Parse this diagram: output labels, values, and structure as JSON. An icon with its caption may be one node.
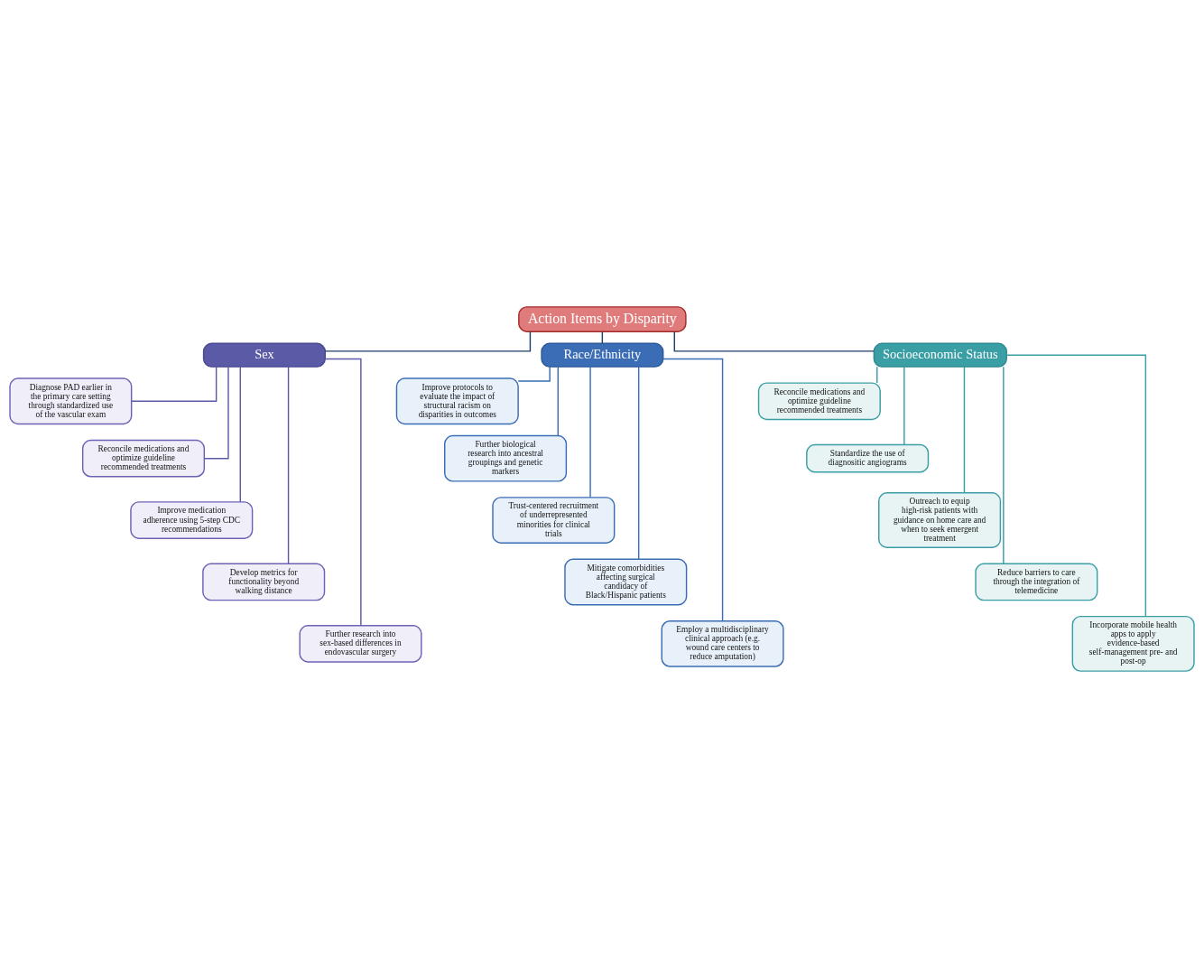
{
  "diagram": {
    "nodes": [
      {
        "text": [
          "Action Items by Disparity"
        ]
      },
      {
        "text": [
          "Sex"
        ]
      },
      {
        "text": [
          "Race/Ethnicity"
        ]
      },
      {
        "text": [
          "Socioeconomic Status"
        ]
      },
      {
        "text": [
          "Diagnose PAD earlier in the primary care setting through standardized use of the vascular exam"
        ]
      },
      {
        "text": [
          "Reconcile medications and optimize guideline recommended treatments"
        ]
      },
      {
        "text": [
          "Improve medication adherence using 5-step CDC recommendations"
        ]
      },
      {
        "text": [
          "Develop metrics for functionality beyond walking distance"
        ]
      },
      {
        "text": [
          "Further research into sex-based differences in endovascular surgery"
        ]
      },
      {
        "text": [
          "Improve protocols to evaluate the impact of structural racism on disparities in outcomes"
        ]
      },
      {
        "text": [
          "Further biological research into ancestral groupings and genetic markers"
        ]
      },
      {
        "text": [
          "Trust-centered recruitment of underrepresented minorities for clinical trials"
        ]
      },
      {
        "text": [
          "Mitigate comorbidities affecting surgical candidacy of Black/Hispanic patients"
        ]
      },
      {
        "text": [
          "Employ a multidisciplinary clinical approach (e.g. wound care centers to reduce amputation)"
        ]
      },
      {
        "text": [
          "Reconcile medications and optimize guideline recommended treatments"
        ]
      },
      {
        "text": [
          "Standardize the use of diagnositic angiograms"
        ]
      },
      {
        "text": [
          "Outreach to equip high-risk patients with guidance on home care and when to seek emergent treatment"
        ]
      },
      {
        "text": [
          "Reduce barriers to care through the integration of telemedicine"
        ]
      },
      {
        "text": [
          "Incorporate mobile health apps to apply evidence-based self-management pre- and post-op"
        ]
      }
    ],
    "edges": [
      {
        "from": 0,
        "to": 1,
        "arrow": "none",
        "color": "#1f3f66"
      },
      {
        "from": 0,
        "to": 2,
        "arrow": "none",
        "color": "#1f3f66"
      },
      {
        "from": 0,
        "to": 3,
        "arrow": "none",
        "color": "#1f3f66"
      },
      {
        "from": 1,
        "to": 4,
        "arrow": "none",
        "color": "#5b5aa6"
      },
      {
        "from": 1,
        "to": 5,
        "arrow": "none",
        "color": "#5b5aa6"
      },
      {
        "from": 1,
        "to": 6,
        "arrow": "none",
        "color": "#5b5aa6"
      },
      {
        "from": 1,
        "to": 7,
        "arrow": "none",
        "color": "#5b5aa6"
      },
      {
        "from": 1,
        "to": 8,
        "arrow": "none",
        "color": "#5b5aa6"
      },
      {
        "from": 2,
        "to": 9,
        "arrow": "none",
        "color": "#3a6db5"
      },
      {
        "from": 2,
        "to": 10,
        "arrow": "none",
        "color": "#3a6db5"
      },
      {
        "from": 2,
        "to": 11,
        "arrow": "none",
        "color": "#3a6db5"
      },
      {
        "from": 2,
        "to": 12,
        "arrow": "none",
        "color": "#3a6db5"
      },
      {
        "from": 2,
        "to": 13,
        "arrow": "none",
        "color": "#3a6db5"
      },
      {
        "from": 3,
        "to": 14,
        "arrow": "none",
        "color": "#3a9ea5"
      },
      {
        "from": 3,
        "to": 15,
        "arrow": "none",
        "color": "#3a9ea5"
      },
      {
        "from": 3,
        "to": 16,
        "arrow": "none",
        "color": "#3a9ea5"
      },
      {
        "from": 3,
        "to": 17,
        "arrow": "none",
        "color": "#3a9ea5"
      },
      {
        "from": 3,
        "to": 18,
        "arrow": "none",
        "color": "#3a9ea5"
      }
    ]
  }
}
